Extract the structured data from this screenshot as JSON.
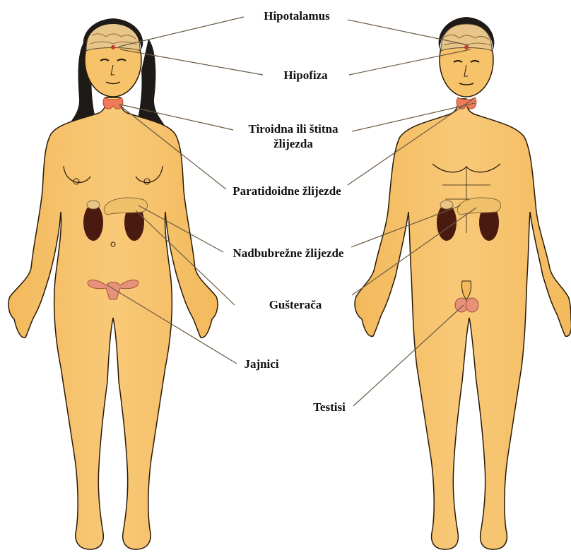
{
  "labels": {
    "hypothalamus": "Hipotalamus",
    "pituitary": "Hipofiza",
    "thyroid_line1": "Tiroidna ili štitna",
    "thyroid_line2": "žlijezda",
    "parathyroid": "Paratidoidne žlijezde",
    "adrenal": "Nadbubrežne žlijezde",
    "pancreas": "Gušterača",
    "ovaries": "Jajnici",
    "testes": "Testisi"
  },
  "colors": {
    "skin": "#f6c36a",
    "outline": "#2a1a0a",
    "hair": "#1d1a18",
    "brain": "#e8c68a",
    "thyroid": "#ef7a5a",
    "kidney": "#4a1a10",
    "pancreas": "#f0c06a",
    "reproductive": "#e8917a",
    "line": "#6b5a44"
  }
}
